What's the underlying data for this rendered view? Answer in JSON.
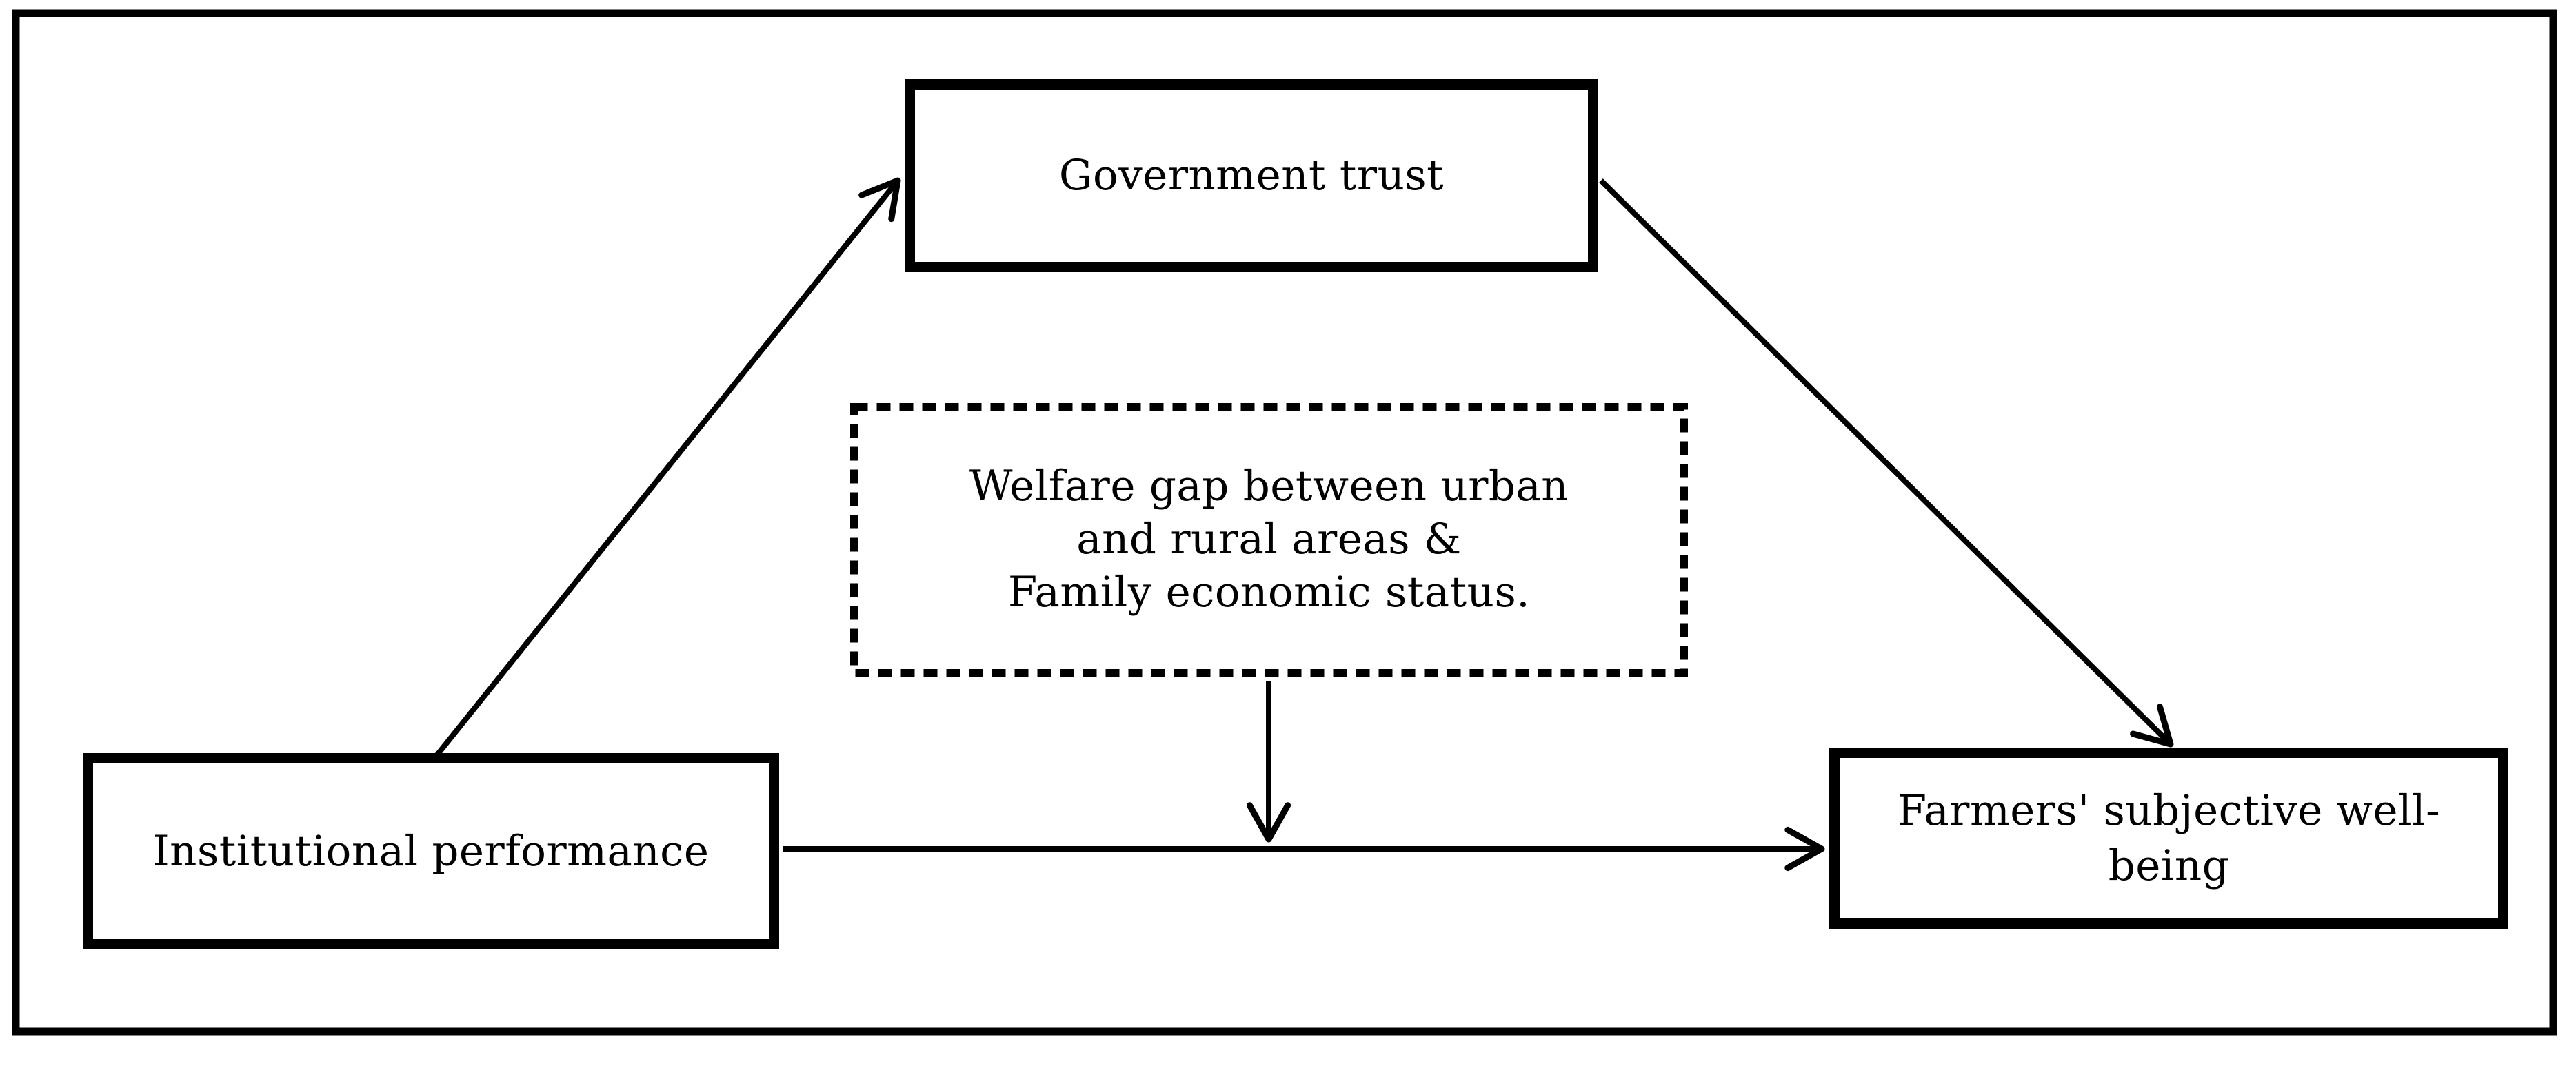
{
  "figure": {
    "background_color": "#ffffff",
    "ink_color": "#000000",
    "nodes": {
      "government_trust": {
        "label": "Government trust"
      },
      "welfare_gap": {
        "lines": [
          "Welfare gap between urban",
          "and rural areas &",
          "Family economic status."
        ],
        "label": "Welfare gap between urban and rural areas & Family economic status."
      },
      "institutional_performance": {
        "label": "Institutional performance"
      },
      "farmers_wellbeing": {
        "lines": [
          "Farmers' subjective well-",
          "being"
        ],
        "label": "Farmers' subjective well-being"
      }
    },
    "edges": [
      {
        "from": "Institutional performance",
        "to": "Government trust"
      },
      {
        "from": "Government trust",
        "to": "Farmers' subjective well-being"
      },
      {
        "from": "Institutional performance",
        "to": "Farmers' subjective well-being"
      },
      {
        "from": "Welfare gap between urban and rural areas & Family economic status.",
        "to": "path: Institutional performance - Farmers' subjective well-being"
      }
    ]
  }
}
